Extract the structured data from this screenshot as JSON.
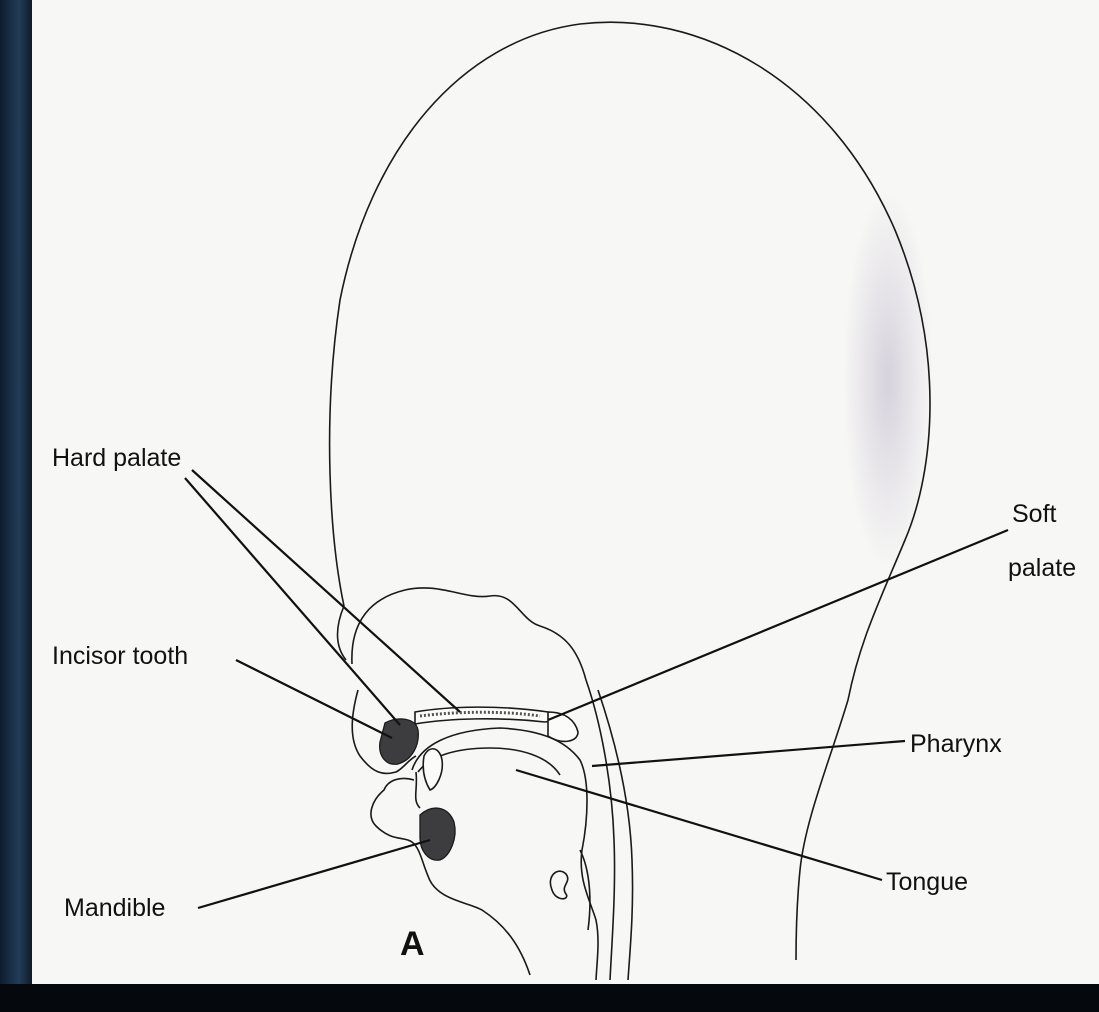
{
  "figure_letter": "A",
  "labels": {
    "hard_palate": "Hard palate",
    "incisor_tooth": "Incisor tooth",
    "mandible": "Mandible",
    "soft_palate_line1": "Soft",
    "soft_palate_line2": "palate",
    "pharynx": "Pharynx",
    "tongue": "Tongue"
  },
  "colors": {
    "paper": "#f7f7f5",
    "ink": "#111111",
    "frame": "#0a1018"
  }
}
